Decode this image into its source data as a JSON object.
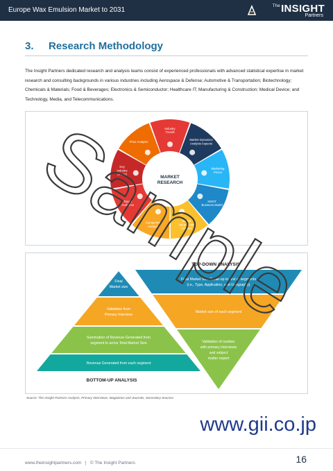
{
  "header": {
    "title": "Europe Wax Emulsion Market to 2031",
    "logo": {
      "the": "The",
      "brand": "INSIGHT",
      "sub": "Partners"
    }
  },
  "section": {
    "number": "3.",
    "title": "Research Methodology"
  },
  "intro": "The Insight Partners dedicated research and analysis teams consist of experienced professionals with advanced statistical expertise in market research and consulting backgrounds in various industries including Aerospace & Defense; Automotive & Transportation; Biotechnology; Chemicals & Materials; Food & Beverages; Electronics & Semiconductor; Healthcare IT; Manufacturing & Construction; Medical Device; and Technology, Media, and Telecommunications.",
  "wheel": {
    "center": [
      "MARKET",
      "RESEARCH"
    ],
    "segments": [
      {
        "label": [
          "Industry",
          "Trends"
        ],
        "color": "#e53935"
      },
      {
        "label": [
          "Market Dynamics",
          "Analysis Aspects"
        ],
        "color": "#1f3a5f"
      },
      {
        "label": [
          "Marketing",
          "Prices"
        ],
        "color": "#29b6f6"
      },
      {
        "label": [
          "SWOT",
          "Business Model"
        ],
        "color": "#1e88c8"
      },
      {
        "label": [
          "Market",
          "Value Chain",
          "Analysis"
        ],
        "color": "#fbc02d"
      },
      {
        "label": [
          "Competitive",
          "Analysis"
        ],
        "color": "#f9a825"
      },
      {
        "label": [
          "Target",
          "Audience"
        ],
        "color": "#e53935"
      },
      {
        "label": [
          "Key",
          "Industry",
          "Drivers"
        ],
        "color": "#c62828"
      },
      {
        "label": [
          "Price Analysis"
        ],
        "color": "#ef6c00"
      }
    ]
  },
  "pyramid": {
    "top_down_label": "TOP-DOWN ANALYSIS",
    "bottom_up_label": "BOTTOM-UP ANALYSIS",
    "left": [
      {
        "text": [
          "Final",
          "Market size"
        ],
        "color": "#1f8bb5"
      },
      {
        "text": [
          "Validation from",
          "Primary Interview"
        ],
        "color": "#f5a623"
      },
      {
        "text": [
          "Summation of Revenue Generated from",
          "segment to arrive Total Market Size"
        ],
        "color": "#8bc34a"
      },
      {
        "text": [
          "Revenue Generated from each segment"
        ],
        "color": "#13a89e"
      }
    ],
    "right": [
      {
        "text": [
          "Final Market Size Break-up to rest of segments",
          "(i.e., Type, Application, and Geography)"
        ],
        "color": "#1f8bb5"
      },
      {
        "text": [
          "Market size of each segment"
        ],
        "color": "#f5a623"
      },
      {
        "text": [
          "Validation of number",
          "with primary interviews",
          "and subject",
          "matter expert"
        ],
        "color": "#8bc34a"
      }
    ]
  },
  "source": "Source: The Insight Partners Analysis, Primary Interviews, Magazines and Journals, Secondary Sources",
  "watermark": "Sample",
  "gii": "www.gii.co.jp",
  "footer": {
    "website": "www.theinsightpartners.com",
    "separator": "|",
    "copyright": "© The Insight Partners",
    "page": "16"
  }
}
